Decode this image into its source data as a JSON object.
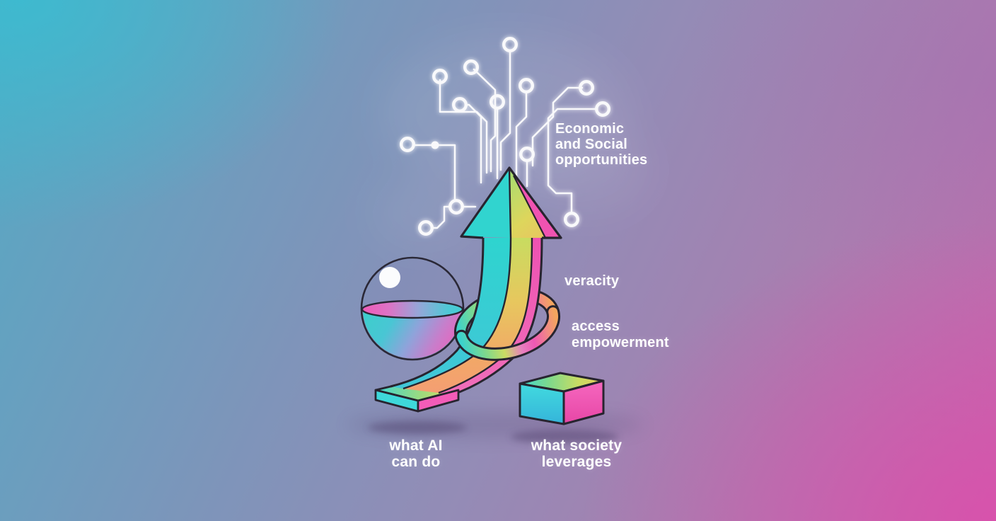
{
  "labels": {
    "economic_social": {
      "line1": "Economic",
      "line2": "and Social",
      "line3": "opportunities"
    },
    "veracity": "veracity",
    "access_empowerment": {
      "line1": "access",
      "line2": "empowerment"
    },
    "what_ai": {
      "line1": "what AI",
      "line2": "can do"
    },
    "what_society": {
      "line1": "what society",
      "line2": "leverages"
    }
  },
  "colors": {
    "background_teal": "#3db6c9",
    "background_purple": "#9a7aad",
    "background_pink": "#d65cab",
    "accent_teal": "#35d2cc",
    "accent_yellow_green": "#cedd5e",
    "accent_orange": "#f2a368",
    "accent_magenta": "#ef53b3",
    "ink_outline": "#27242f",
    "circuit_white": "#ffffff"
  },
  "icons": {
    "circuit": "circuit-traces-icon",
    "node": "circuit-node-icon",
    "arrow": "growth-arrow-icon",
    "sphere": "liquid-sphere-icon",
    "ring": "orbit-ring-icon",
    "slab": "platform-slab-icon",
    "cube": "platform-cube-icon"
  }
}
